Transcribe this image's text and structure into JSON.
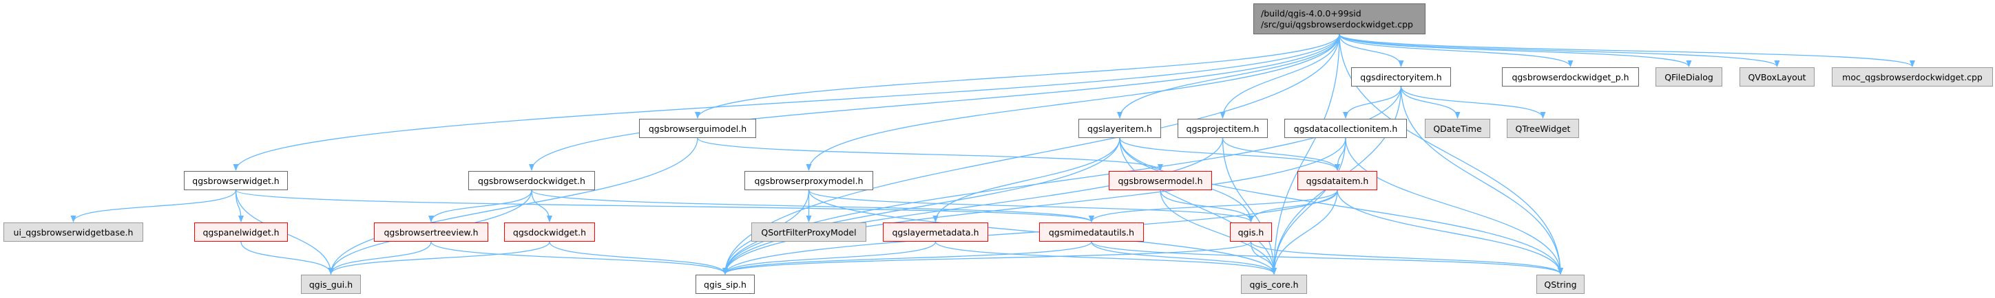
{
  "colors": {
    "edge": "#63b8ff",
    "root_fill": "#999999",
    "external_fill": "#e0e0e0",
    "red_border": "#ff0000",
    "red_fill": "#fff0f0"
  },
  "root": {
    "line1": "/build/qgis-4.0.0+99sid",
    "line2": "/src/gui/qgsbrowserdockwidget.cpp"
  },
  "nodes": {
    "browserwidget": "qgsbrowserwidget.h",
    "uibase": "ui_qgsbrowserwidgetbase.h",
    "panelwidget": "qgspanelwidget.h",
    "treeview": "qgsbrowsertreeview.h",
    "dockwidget": "qgsdockwidget.h",
    "qgisgui": "qgis_gui.h",
    "browserdockwidget": "qgsbrowserdockwidget.h",
    "guimodel": "qgsbrowserguimodel.h",
    "layeritem": "qgslayeritem.h",
    "projectitem": "qgsprojectitem.h",
    "datacollection": "qgsdatacollectionitem.h",
    "proxymodel": "qgsbrowserproxymodel.h",
    "browsermodel": "qgsbrowsermodel.h",
    "dataitem": "qgsdataitem.h",
    "qsortfilter": "QSortFilterProxyModel",
    "layermetadata": "qgslayermetadata.h",
    "mimedatautils": "qgsmimedatautils.h",
    "qgish": "qgis.h",
    "qgissip": "qgis_sip.h",
    "qgiscore": "qgis_core.h",
    "directoryitem": "qgsdirectoryitem.h",
    "dockwidgetp": "qgsbrowserdockwidget_p.h",
    "qfiledialog": "QFileDialog",
    "qvboxlayout": "QVBoxLayout",
    "moc": "moc_qgsbrowserdockwidget.cpp",
    "qdatetime": "QDateTime",
    "qtreewidget": "QTreeWidget",
    "qstring": "QString"
  },
  "edges": [
    [
      "root",
      "browserwidget"
    ],
    [
      "root",
      "browserdockwidget"
    ],
    [
      "root",
      "guimodel"
    ],
    [
      "root",
      "proxymodel"
    ],
    [
      "root",
      "layeritem"
    ],
    [
      "root",
      "projectitem"
    ],
    [
      "root",
      "directoryitem"
    ],
    [
      "root",
      "dockwidgetp"
    ],
    [
      "root",
      "qfiledialog"
    ],
    [
      "root",
      "qvboxlayout"
    ],
    [
      "root",
      "moc"
    ],
    [
      "root",
      "qstring"
    ],
    [
      "root",
      "qgiscore"
    ],
    [
      "root",
      "qgissip"
    ],
    [
      "browserwidget",
      "uibase"
    ],
    [
      "browserwidget",
      "panelwidget"
    ],
    [
      "browserwidget",
      "qgisgui"
    ],
    [
      "browserwidget",
      "mimedatautils"
    ],
    [
      "browserdockwidget",
      "qgisgui"
    ],
    [
      "browserdockwidget",
      "treeview"
    ],
    [
      "browserdockwidget",
      "dockwidget"
    ],
    [
      "browserdockwidget",
      "mimedatautils"
    ],
    [
      "panelwidget",
      "qgisgui"
    ],
    [
      "treeview",
      "qgisgui"
    ],
    [
      "treeview",
      "qgissip"
    ],
    [
      "dockwidget",
      "qgisgui"
    ],
    [
      "dockwidget",
      "qgissip"
    ],
    [
      "guimodel",
      "qgisgui"
    ],
    [
      "guimodel",
      "browsermodel"
    ],
    [
      "proxymodel",
      "qsortfilter"
    ],
    [
      "proxymodel",
      "qgissip"
    ],
    [
      "proxymodel",
      "qgiscore"
    ],
    [
      "proxymodel",
      "qgish"
    ],
    [
      "layeritem",
      "qgissip"
    ],
    [
      "layeritem",
      "layermetadata"
    ],
    [
      "layeritem",
      "dataitem"
    ],
    [
      "layeritem",
      "qgish"
    ],
    [
      "layeritem",
      "qgiscore"
    ],
    [
      "layeritem",
      "qstring"
    ],
    [
      "projectitem",
      "dataitem"
    ],
    [
      "projectitem",
      "qgiscore"
    ],
    [
      "projectitem",
      "qgissip"
    ],
    [
      "datacollection",
      "dataitem"
    ],
    [
      "datacollection",
      "qgiscore"
    ],
    [
      "datacollection",
      "qstring"
    ],
    [
      "datacollection",
      "qgissip"
    ],
    [
      "directoryitem",
      "datacollection"
    ],
    [
      "directoryitem",
      "qdatetime"
    ],
    [
      "directoryitem",
      "qtreewidget"
    ],
    [
      "directoryitem",
      "qgissip"
    ],
    [
      "directoryitem",
      "qgiscore"
    ],
    [
      "directoryitem",
      "qstring"
    ],
    [
      "browsermodel",
      "qgish"
    ],
    [
      "browsermodel",
      "qgiscore"
    ],
    [
      "dataitem",
      "mimedatautils"
    ],
    [
      "dataitem",
      "qgish"
    ],
    [
      "dataitem",
      "qgiscore"
    ],
    [
      "dataitem",
      "qgissip"
    ],
    [
      "dataitem",
      "qstring"
    ],
    [
      "layermetadata",
      "qgissip"
    ],
    [
      "layermetadata",
      "qgiscore"
    ],
    [
      "mimedatautils",
      "qgissip"
    ],
    [
      "mimedatautils",
      "qgiscore"
    ],
    [
      "mimedatautils",
      "qstring"
    ],
    [
      "qgish",
      "qgissip"
    ],
    [
      "qgish",
      "qgiscore"
    ],
    [
      "qgish",
      "qstring"
    ]
  ]
}
